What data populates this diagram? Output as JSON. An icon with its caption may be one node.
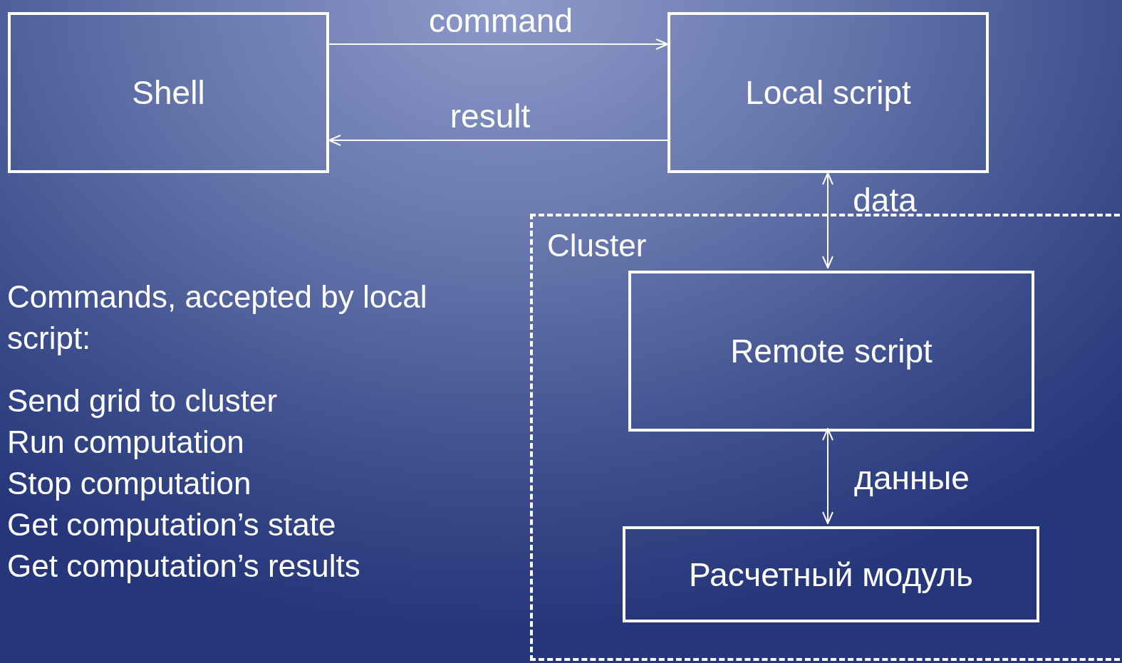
{
  "diagram": {
    "nodes": [
      {
        "text": [
          "Shell"
        ]
      },
      {
        "text": [
          "Local script"
        ]
      },
      {
        "text": [
          "Cluster"
        ]
      },
      {
        "text": [
          "Remote script"
        ],
        "in": 2
      },
      {
        "text": [
          "Расчетный модуль"
        ],
        "in": 2
      }
    ],
    "edges": [
      {
        "from": 0,
        "to": 1,
        "arrow": "to",
        "label": "command"
      },
      {
        "from": 1,
        "to": 0,
        "arrow": "to",
        "label": "result"
      },
      {
        "from": 1,
        "to": 3,
        "arrow": "both",
        "label": "data"
      },
      {
        "from": 3,
        "to": 4,
        "arrow": "both",
        "label": "данные"
      }
    ],
    "labels": [
      "Commands, accepted by local script:",
      "Send grid to cluster",
      "Run computation",
      "Stop computation",
      "Get computation’s state",
      "Get computation’s results"
    ]
  }
}
